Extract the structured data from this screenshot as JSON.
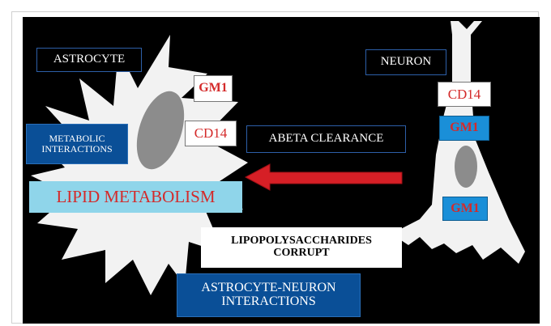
{
  "labels": {
    "astrocyte": "ASTROCYTE",
    "neuron": "NEURON",
    "gm1_astro": "GM1",
    "cd14_astro": "CD14",
    "metabolic": "METABOLIC\nINTERACTIONS",
    "abeta": "ABETA CLEARANCE",
    "lipid": "LIPID METABOLISM",
    "cd14_neuron": "CD14",
    "gm1_neuron_top": "GM1",
    "gm1_neuron_bottom": "GM1",
    "lps": "LIPOPOLYSACCHARIDES\nCORRUPT",
    "interactions": "ASTROCYTE-NEURON\nINTERACTIONS"
  },
  "colors": {
    "background": "#000000",
    "cell_fill": "#f2f2f2",
    "nucleus_fill": "#8c8c8c",
    "arrow": "#d61f26",
    "label_red": "#d42a2a",
    "navy_box": "#0a4f97",
    "light_blue_box": "#8fd5ea",
    "blue_box": "#1a8fd8"
  }
}
